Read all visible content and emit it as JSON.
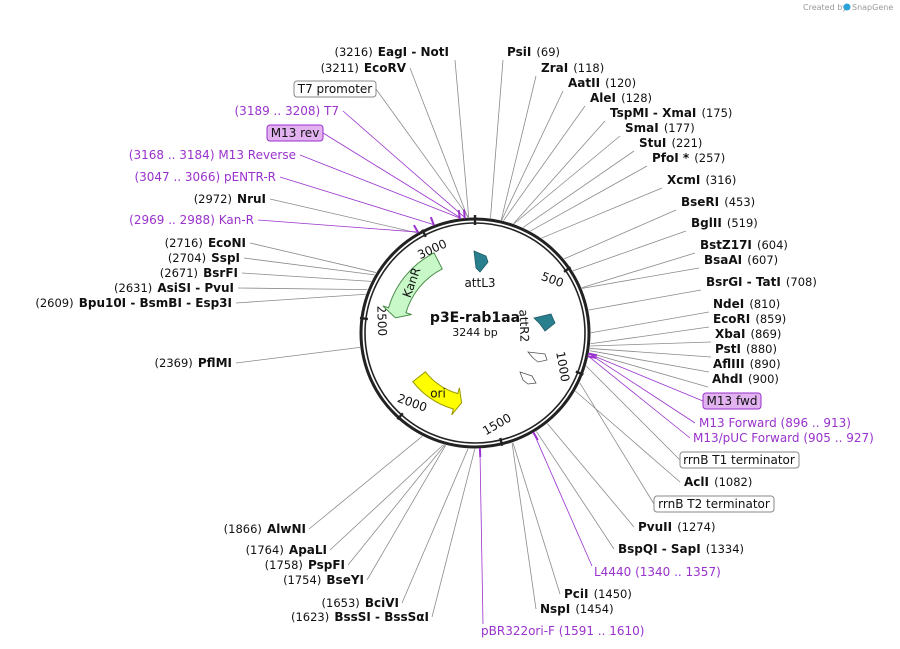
{
  "credit": {
    "text": "Created by",
    "brand": "SnapGene",
    "icon": "snapgene-logo-icon"
  },
  "map": {
    "title": "p3E-rab1aa",
    "length_label": "3244 bp",
    "total_bp": 3244,
    "colors": {
      "backbone": "#222222",
      "primer": "#9a32cd",
      "kanR": "#c8f7c8",
      "ori": "#ffff00",
      "att": "#2a7f8f"
    },
    "ticks": [
      {
        "pos": 500,
        "label": "500"
      },
      {
        "pos": 1000,
        "label": "1000"
      },
      {
        "pos": 1500,
        "label": "1500"
      },
      {
        "pos": 2000,
        "label": "2000"
      },
      {
        "pos": 2500,
        "label": "2500"
      },
      {
        "pos": 3000,
        "label": "3000"
      }
    ],
    "features": [
      {
        "name": "attL3",
        "label": "attL3",
        "start": 20,
        "end": 120,
        "type": "att"
      },
      {
        "name": "attR2",
        "label": "attR2",
        "start": 760,
        "end": 860,
        "type": "att"
      },
      {
        "name": "KanR",
        "label": "KanR",
        "start": 2530,
        "end": 3000,
        "type": "kanR"
      },
      {
        "name": "ori",
        "label": "ori",
        "start": 1720,
        "end": 2090,
        "type": "ori"
      }
    ],
    "sites": [
      {
        "id": "eagI-notI",
        "name": "EagI",
        "name2": "NotI",
        "pos": "(3216)",
        "bp": 3216
      },
      {
        "id": "ecorv",
        "name": "EcoRV",
        "pos": "(3211)",
        "bp": 3211
      },
      {
        "id": "psiI",
        "name": "PsiI",
        "pos": "(69)",
        "bp": 69
      },
      {
        "id": "zraI",
        "name": "ZraI",
        "pos": "(118)",
        "bp": 118
      },
      {
        "id": "aatII",
        "name": "AatII",
        "pos": "(120)",
        "bp": 120
      },
      {
        "id": "aleI",
        "name": "AleI",
        "pos": "(128)",
        "bp": 128
      },
      {
        "id": "tspmi-xmai",
        "name": "TspMI",
        "name2": "XmaI",
        "pos": "(175)",
        "bp": 175
      },
      {
        "id": "smaI",
        "name": "SmaI",
        "pos": "(177)",
        "bp": 177
      },
      {
        "id": "stuI",
        "name": "StuI",
        "pos": "(221)",
        "bp": 221
      },
      {
        "id": "pfoI",
        "name": "PfoI *",
        "pos": "(257)",
        "bp": 257
      },
      {
        "id": "xcmI",
        "name": "XcmI",
        "pos": "(316)",
        "bp": 316
      },
      {
        "id": "bseRI",
        "name": "BseRI",
        "pos": "(453)",
        "bp": 453
      },
      {
        "id": "bglII",
        "name": "BglII",
        "pos": "(519)",
        "bp": 519
      },
      {
        "id": "bstZ17I",
        "name": "BstZ17I",
        "pos": "(604)",
        "bp": 604
      },
      {
        "id": "bsaAI",
        "name": "BsaAI",
        "pos": "(607)",
        "bp": 607
      },
      {
        "id": "bsrgi-tatI",
        "name": "BsrGI",
        "name2": "TatI",
        "pos": "(708)",
        "bp": 708
      },
      {
        "id": "ndeI",
        "name": "NdeI",
        "pos": "(810)",
        "bp": 810
      },
      {
        "id": "ecoRI",
        "name": "EcoRI",
        "pos": "(859)",
        "bp": 859
      },
      {
        "id": "xbaI",
        "name": "XbaI",
        "pos": "(869)",
        "bp": 869
      },
      {
        "id": "pstI",
        "name": "PstI",
        "pos": "(880)",
        "bp": 880
      },
      {
        "id": "aflIII",
        "name": "AflIII",
        "pos": "(890)",
        "bp": 890
      },
      {
        "id": "ahdI",
        "name": "AhdI",
        "pos": "(900)",
        "bp": 900
      },
      {
        "id": "aclI",
        "name": "AclI",
        "pos": "(1082)",
        "bp": 1082
      },
      {
        "id": "pvuII",
        "name": "PvuII",
        "pos": "(1274)",
        "bp": 1274
      },
      {
        "id": "bspqi-sapI",
        "name": "BspQI",
        "name2": "SapI",
        "pos": "(1334)",
        "bp": 1334
      },
      {
        "id": "pciI",
        "name": "PciI",
        "pos": "(1450)",
        "bp": 1450
      },
      {
        "id": "nspI",
        "name": "NspI",
        "pos": "(1454)",
        "bp": 1454
      },
      {
        "id": "bsssi-bsssai",
        "name": "BssSI",
        "name2": "BssSαI",
        "pos": "(1623)",
        "bp": 1623
      },
      {
        "id": "bciVI",
        "name": "BciVI",
        "pos": "(1653)",
        "bp": 1653
      },
      {
        "id": "bseYI",
        "name": "BseYI",
        "pos": "(1754)",
        "bp": 1754
      },
      {
        "id": "pspFI",
        "name": "PspFI",
        "pos": "(1758)",
        "bp": 1758
      },
      {
        "id": "apaLI",
        "name": "ApaLI",
        "pos": "(1764)",
        "bp": 1764
      },
      {
        "id": "alwNI",
        "name": "AlwNI",
        "pos": "(1866)",
        "bp": 1866
      },
      {
        "id": "pflMI",
        "name": "PflMI",
        "pos": "(2369)",
        "bp": 2369
      },
      {
        "id": "bpu10i-bsmbi-esp3i",
        "name": "Bpu10I",
        "name2": "BsmBI",
        "name3": "Esp3I",
        "pos": "(2609)",
        "bp": 2609
      },
      {
        "id": "asisi-pvuI",
        "name": "AsiSI",
        "name2": "PvuI",
        "pos": "(2631)",
        "bp": 2631
      },
      {
        "id": "bsrFI",
        "name": "BsrFI",
        "pos": "(2671)",
        "bp": 2671
      },
      {
        "id": "sspI",
        "name": "SspI",
        "pos": "(2704)",
        "bp": 2704
      },
      {
        "id": "ecoNI",
        "name": "EcoNI",
        "pos": "(2716)",
        "bp": 2716
      },
      {
        "id": "nruI",
        "name": "NruI",
        "pos": "(2972)",
        "bp": 2972
      }
    ],
    "primers": [
      {
        "id": "t7",
        "name": "T7",
        "range": "(3189 .. 3208)",
        "bp": 3198
      },
      {
        "id": "m13-reverse",
        "name": "M13 Reverse",
        "range": "(3168 .. 3184)",
        "bp": 3176
      },
      {
        "id": "pentr-r",
        "name": "pENTR-R",
        "range": "(3047 .. 3066)",
        "bp": 3056
      },
      {
        "id": "kan-r",
        "name": "Kan-R",
        "range": "(2969 .. 2988)",
        "bp": 2978
      },
      {
        "id": "m13-forward",
        "name": "M13 Forward",
        "range": "(896 .. 913)",
        "bp": 904
      },
      {
        "id": "m13-puc-forward",
        "name": "M13/pUC Forward",
        "range": "(905 .. 927)",
        "bp": 916
      },
      {
        "id": "l4440",
        "name": "L4440",
        "range": "(1340 .. 1357)",
        "bp": 1348
      },
      {
        "id": "pbr322ori-f",
        "name": "pBR322ori-F",
        "range": "(1591 .. 1610)",
        "bp": 1600
      }
    ],
    "boxed_labels": [
      {
        "id": "t7-promoter",
        "text": "T7 promoter",
        "style": "plain",
        "bp": 3215
      },
      {
        "id": "m13-rev",
        "text": "M13 rev",
        "style": "highlight",
        "bp": 3180
      },
      {
        "id": "m13-fwd",
        "text": "M13 fwd",
        "style": "highlight",
        "bp": 905
      },
      {
        "id": "rrnb-t1",
        "text": "rrnB T1 terminator",
        "style": "plain",
        "bp": 960
      },
      {
        "id": "rrnb-t2",
        "text": "rrnB T2 terminator",
        "style": "plain",
        "bp": 1040
      }
    ]
  }
}
